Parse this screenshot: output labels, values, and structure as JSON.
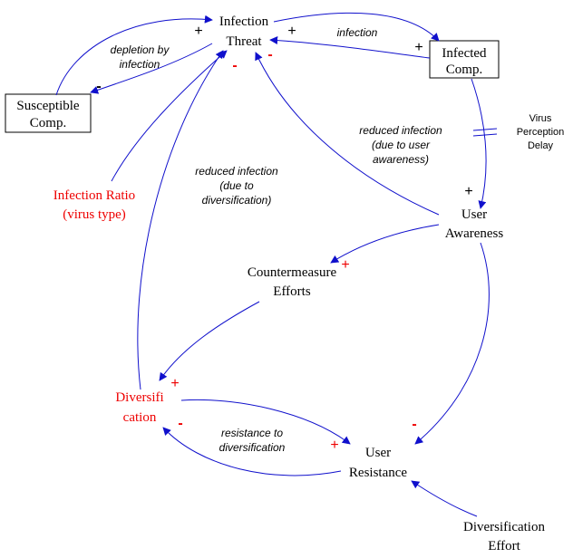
{
  "colors": {
    "ink": "#000000",
    "arrow": "#1010cc",
    "accent": "#ee0000"
  },
  "nodes": {
    "infection_threat": [
      "Infection",
      "Threat"
    ],
    "infected_comp": [
      "Infected",
      "Comp."
    ],
    "susceptible_comp": [
      "Susceptible",
      "Comp."
    ],
    "infection_ratio": [
      "Infection Ratio",
      "(virus type)"
    ],
    "user_awareness": [
      "User",
      "Awareness"
    ],
    "countermeasure_efforts": [
      "Countermeasure",
      "Efforts"
    ],
    "diversification": [
      "Diversifi",
      "cation"
    ],
    "user_resistance": [
      "User",
      "Resistance"
    ],
    "diversification_effort": [
      "Diversification",
      "Effort"
    ]
  },
  "link_labels": {
    "infection": [
      "infection"
    ],
    "depletion": [
      "depletion by",
      "infection"
    ],
    "reduced_awareness": [
      "reduced infection",
      "(due to user",
      "awareness)"
    ],
    "reduced_diversification": [
      "reduced infection",
      "(due to",
      "diversification)"
    ],
    "resistance": [
      "resistance to",
      "diversification"
    ],
    "delay": [
      "Virus",
      "Perception",
      "Delay"
    ]
  },
  "polarities": {
    "threat_to_infected": "+",
    "infected_to_threat": "+",
    "threat_to_susceptible": "-",
    "susceptible_to_threat": "+",
    "ratio_to_threat": "-",
    "awareness_to_threat": "-",
    "infected_to_awareness": "+",
    "awareness_to_countermeasure": "+",
    "countermeasure_to_diversification": "+",
    "awareness_to_resistance": "-",
    "diversification_to_resistance": "+",
    "resistance_to_diversification": "-"
  }
}
